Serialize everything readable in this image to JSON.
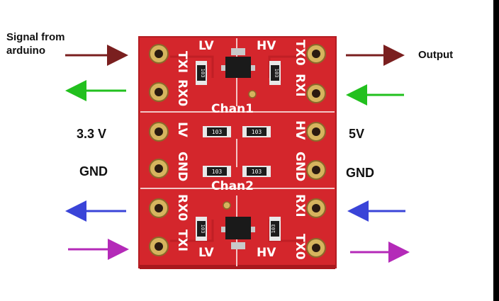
{
  "labels": {
    "signal_from": "Signal from",
    "arduino": "arduino",
    "output": "Output",
    "lv_voltage": "3.3 V",
    "hv_voltage": "5V",
    "gnd_left": "GND",
    "gnd_right": "GND"
  },
  "silkscreen": {
    "tx1_left": "TXI",
    "rx0_left": "RX0",
    "lv_top": "LV",
    "hv_top": "HV",
    "tx0_right": "TX0",
    "rx1_right": "RXI",
    "chan1": "Chan1",
    "lv_mid": "LV",
    "hv_mid": "HV",
    "gnd_left": "GND",
    "gnd_right": "GND",
    "chan2": "Chan2",
    "rx0_left_b": "RX0",
    "tx1_left_b": "TXI",
    "rx1_right_b": "RXI",
    "tx0_right_b": "TX0",
    "lv_bottom": "LV",
    "hv_bottom": "HV",
    "resistor_code": "103"
  },
  "colors": {
    "board": "#d4262c",
    "arrow_signal": "#7a1f1f",
    "arrow_green": "#22c01e",
    "arrow_blue": "#3a44d8",
    "arrow_purple": "#b42ab8"
  }
}
